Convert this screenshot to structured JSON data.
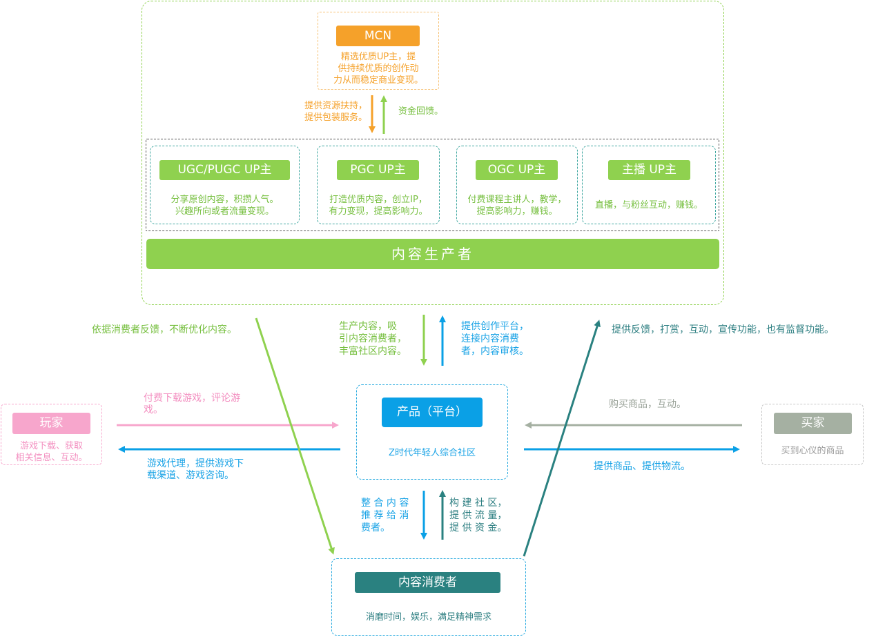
{
  "colors": {
    "green": "#8fd14f",
    "orange": "#f5a12a",
    "blue": "#0aa0e6",
    "teal": "#2a8180",
    "pink": "#f7a6cc",
    "gray": "#a5b0a2"
  },
  "mcn": {
    "title": "MCN",
    "desc": "精选优质UP主，提\n供持续优质的创作动\n力从而稳定商业变现。",
    "down_label": "提供资源扶持，\n提供包装服务。",
    "up_label": "资金回馈。"
  },
  "producers": [
    {
      "title": "UGC/PUGC UP主",
      "desc": "分享原创内容，积攒人气。\n兴趣所向或者流量变现。"
    },
    {
      "title": "PGC UP主",
      "desc": "打造优质内容，创立IP，\n有力变现，提高影响力。"
    },
    {
      "title": "OGC UP主",
      "desc": "付费课程主讲人，教学，\n提高影响力，赚钱。"
    },
    {
      "title": "主播 UP主",
      "desc": "直播，与粉丝互动，赚钱。"
    }
  ],
  "producer_bar": "内容生产者",
  "left_diag_label": "依据消费者反馈，不断优化内容。",
  "right_diag_label": "提供反馈，打赏，互动，宣传功能，也有监督功能。",
  "platform_links": {
    "down_label": "生产内容，吸\n引内容消费者，\n丰富社区内容。",
    "up_label": "提供创作平台，\n连接内容消费\n者，内容审核。"
  },
  "platform": {
    "title": "产品（平台）",
    "desc": "Z时代年轻人综合社区"
  },
  "player": {
    "title": "玩家",
    "desc": "游戏下载、获取\n相关信息、互动。",
    "to_platform_label": "付费下载游戏，评论游\n戏。",
    "from_platform_label": "游戏代理，提供游戏下\n载渠道、游戏咨询。"
  },
  "buyer": {
    "title": "买家",
    "desc": "买到心仪的商品",
    "to_platform_label": "购买商品，互动。",
    "from_platform_label": "提供商品、提供物流。"
  },
  "consumer_links": {
    "down_label": "整 合 内 容\n推 荐 给 消\n费者。",
    "up_label": "构 建 社 区，\n提 供 流 量，\n提 供 资 金。"
  },
  "consumer": {
    "title": "内容消费者",
    "desc": "消磨时间，娱乐，满足精神需求"
  }
}
